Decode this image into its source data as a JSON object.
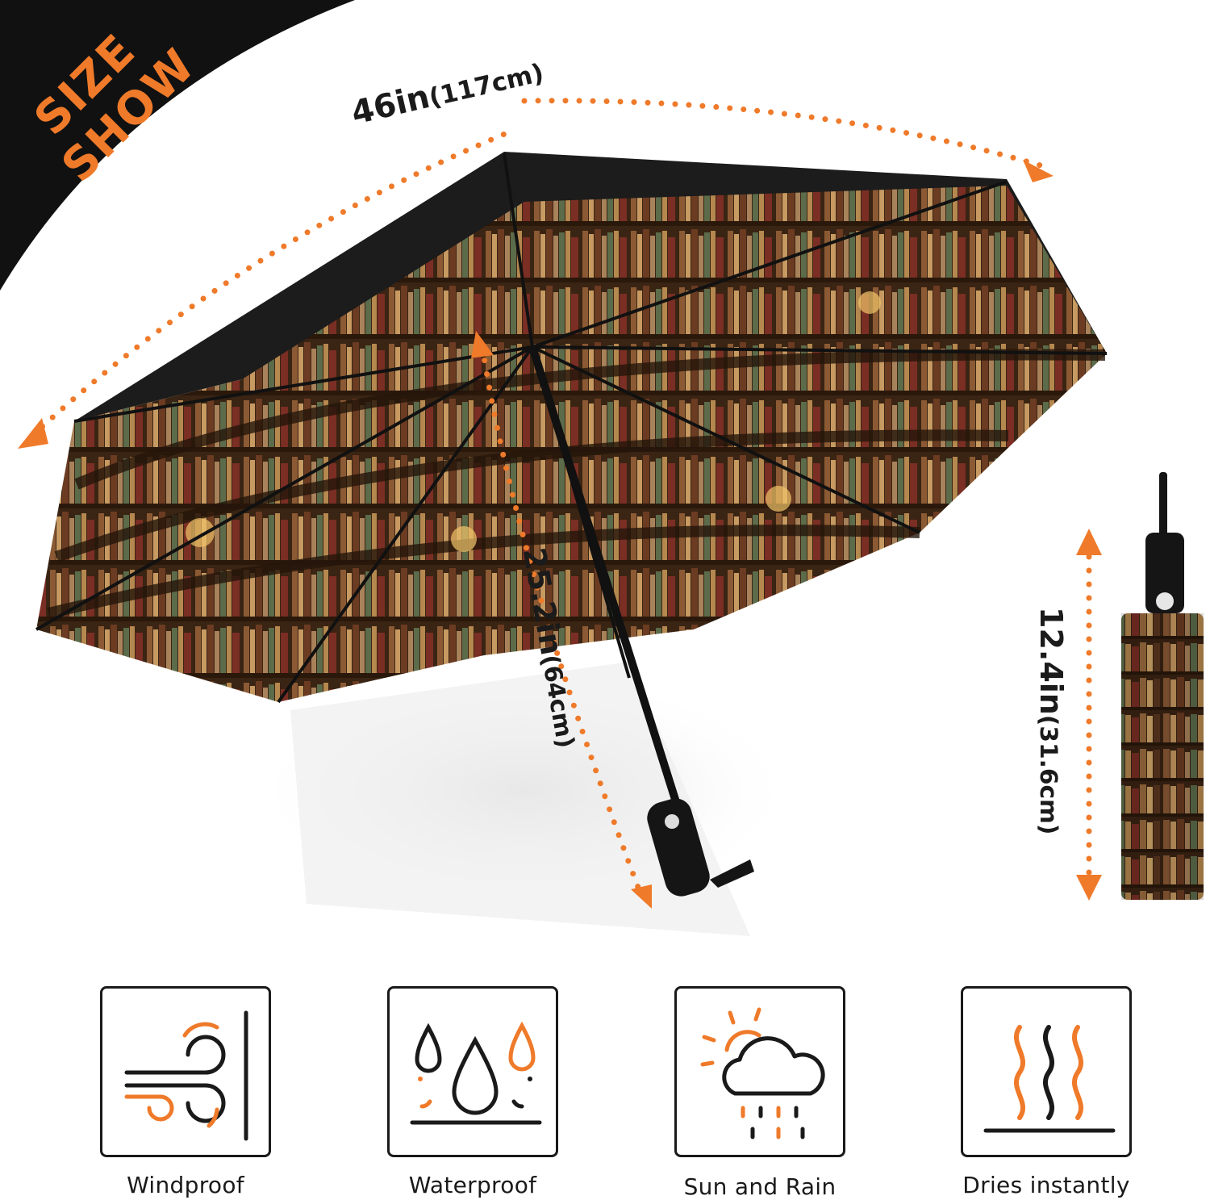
{
  "badge": {
    "line1": "SIZE",
    "line2": "SHOW"
  },
  "measurements": {
    "canopy_width": {
      "main": "46in",
      "sub": "(117cm)"
    },
    "open_length": {
      "main": "25.2in",
      "sub": "(64cm)"
    },
    "folded_length": {
      "main": "12.4in",
      "sub": "(31.6cm)"
    }
  },
  "features": [
    {
      "label": "Windproof",
      "icon": "wind-icon"
    },
    {
      "label": "Waterproof",
      "icon": "water-drops-icon"
    },
    {
      "label": "Sun and Rain",
      "icon": "sun-cloud-rain-icon"
    },
    {
      "label": "Dries instantly",
      "icon": "heat-waves-icon"
    }
  ],
  "colors": {
    "accent": "#ef7a2a",
    "dark": "#1a1a1a",
    "canopy": "#1c1c1c",
    "wood": "#4a2e17"
  }
}
